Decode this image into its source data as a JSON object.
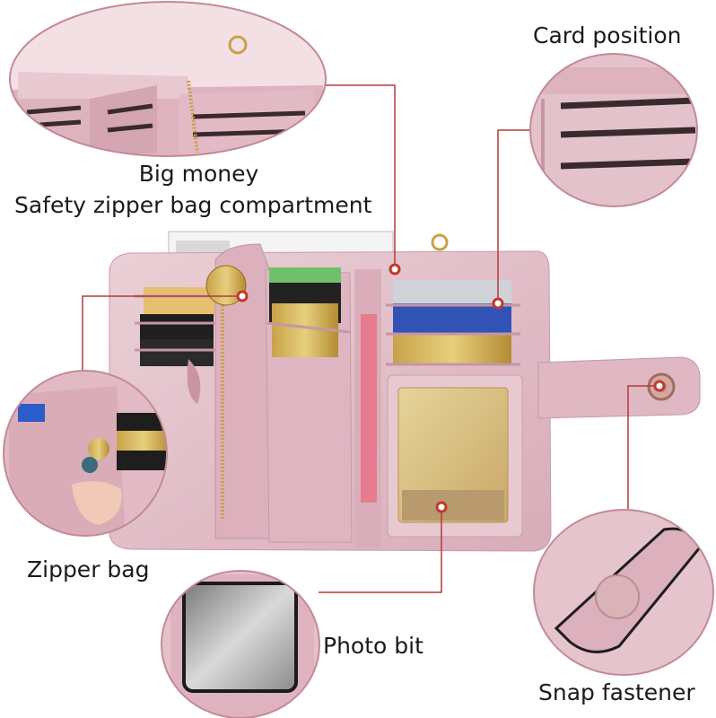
{
  "labels": {
    "big_money_line1": "Big money",
    "big_money_line2": "Safety zipper bag compartment",
    "card_position": "Card position",
    "zipper_bag": "Zipper bag",
    "photo_bit": "Photo bit",
    "snap_fastener": "Snap fastener"
  },
  "colors": {
    "leather": "#e4c2cc",
    "leather_dark": "#c99aa8",
    "callout_line": "#b33a3a",
    "marker": "#c0392b"
  },
  "icons": [
    "zipper-pull-icon",
    "snap-button-icon",
    "card-slot-icon"
  ]
}
